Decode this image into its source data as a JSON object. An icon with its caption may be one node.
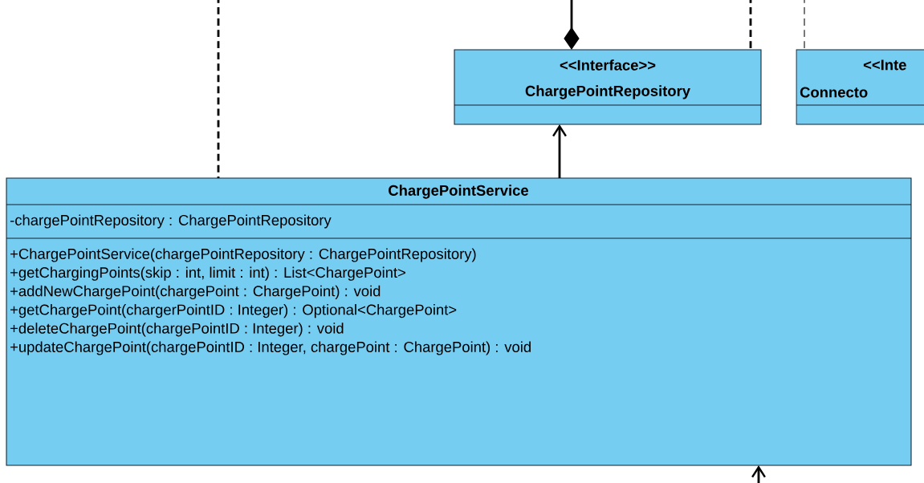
{
  "diagram": {
    "nodes": [
      {
        "text": [
          "<<Interface>>",
          "ChargePointRepository"
        ]
      },
      {
        "text": [
          "<<Inte",
          "Connecto"
        ]
      },
      {
        "text": [
          "ChargePointService",
          "-chargePointRepository : ChargePointRepository",
          "+ChargePointService(chargePointRepository : ChargePointRepository)",
          "+getChargingPoints(skip : int, limit : int) : List<ChargePoint>",
          "+addNewChargePoint(chargePoint : ChargePoint) : void",
          "+getChargePoint(chargerPointID : Integer) : Optional<ChargePoint>",
          "+deleteChargePoint(chargePointID : Integer) : void",
          "+updateChargePoint(chargePointID : Integer, chargePoint : ChargePoint) : void"
        ]
      }
    ],
    "edges": [
      {
        "from": null,
        "to": 2,
        "arrow": "none",
        "style": "dashed"
      },
      {
        "from": null,
        "to": 0,
        "arrow": "other"
      },
      {
        "from": null,
        "to": 0,
        "arrow": "none",
        "style": "dashed"
      },
      {
        "from": null,
        "to": 1,
        "arrow": "none",
        "style": "dashed"
      },
      {
        "from": 2,
        "to": 0,
        "arrow": "to"
      },
      {
        "from": null,
        "to": 2,
        "arrow": "to"
      }
    ]
  }
}
